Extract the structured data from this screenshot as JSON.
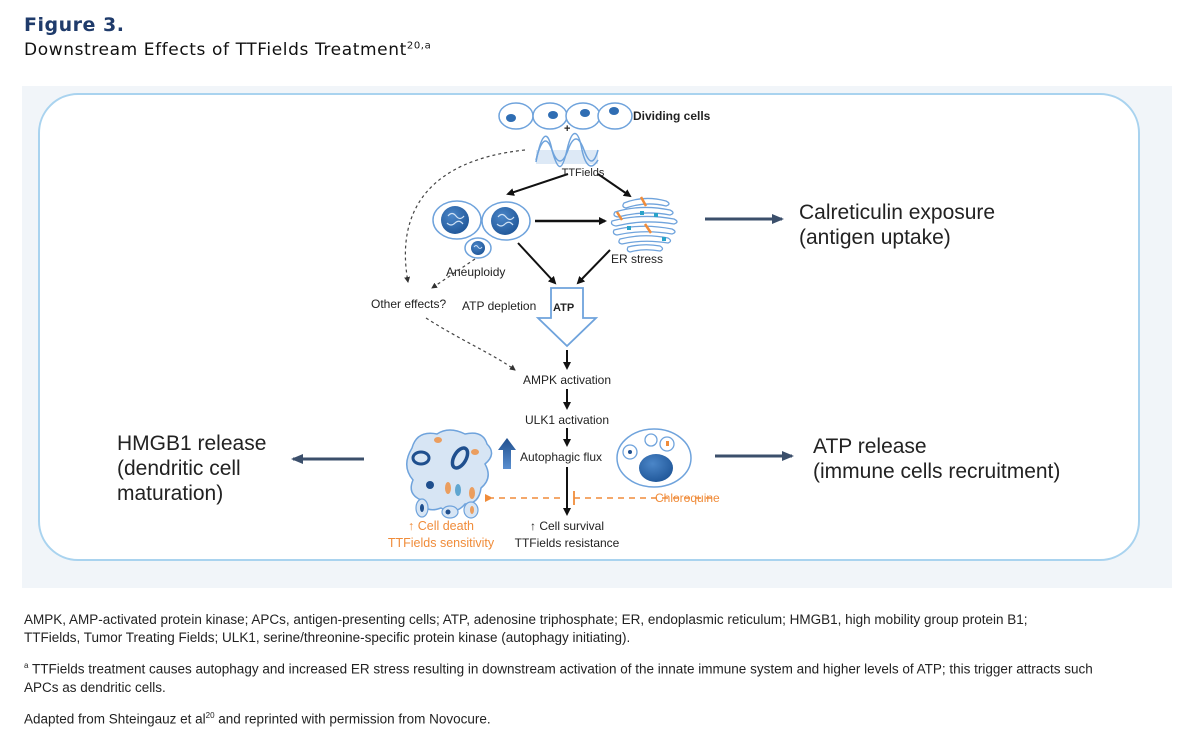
{
  "figure": {
    "label": "Figure 3.",
    "title": "Downstream Effects of TTFields Treatment",
    "title_superscript": "20,a"
  },
  "diagram": {
    "top": {
      "dividing_cells": "Dividing cells",
      "plus": "+",
      "ttfields": "TTFields"
    },
    "nodes": {
      "aneuploidy": "Aneuploidy",
      "er_stress": "ER stress",
      "other_effects": "Other effects?",
      "atp_depletion": "ATP depletion",
      "atp": "ATP",
      "ampk": "AMPK activation",
      "ulk1": "ULK1 activation",
      "autophagic_flux": "Autophagic flux",
      "chloroquine": "Chloroquine",
      "cell_death": "↑ Cell death",
      "ttfields_sensitivity": "TTFields sensitivity",
      "cell_survival": "↑ Cell survival",
      "ttfields_resistance": "TTFields resistance"
    },
    "outcomes": {
      "calreticulin_line1": "Calreticulin exposure",
      "calreticulin_line2": "(antigen uptake)",
      "hmgb1_line1": "HMGB1 release",
      "hmgb1_line2": "(dendritic cell",
      "hmgb1_line3": "maturation)",
      "atp_release_line1": "ATP release",
      "atp_release_line2": "(immune cells recruitment)"
    },
    "colors": {
      "panel_border": "#a9d3ef",
      "cell_blue": "#2f6db3",
      "outline_blue": "#6fa3dc",
      "orange": "#f08c3a",
      "outcome_arrow": "#3b4f6b"
    }
  },
  "footnotes": {
    "abbreviations_line1": "AMPK, AMP-activated protein kinase; APCs, antigen-presenting cells; ATP, adenosine triphosphate; ER, endoplasmic reticulum; HMGB1, high mobility group protein B1;",
    "abbreviations_line2": "TTFields, Tumor Treating Fields; ULK1, serine/threonine-specific protein kinase (autophagy initiating).",
    "note_marker": "a",
    "note_line1": " TTFields treatment causes autophagy and increased ER stress resulting in downstream activation of the innate immune system and higher levels of ATP; this trigger attracts such",
    "note_line2": "APCs as dendritic cells.",
    "source_prefix": "Adapted from Shteingauz et al",
    "source_ref": "20",
    "source_suffix": " and reprinted with permission from Novocure."
  }
}
